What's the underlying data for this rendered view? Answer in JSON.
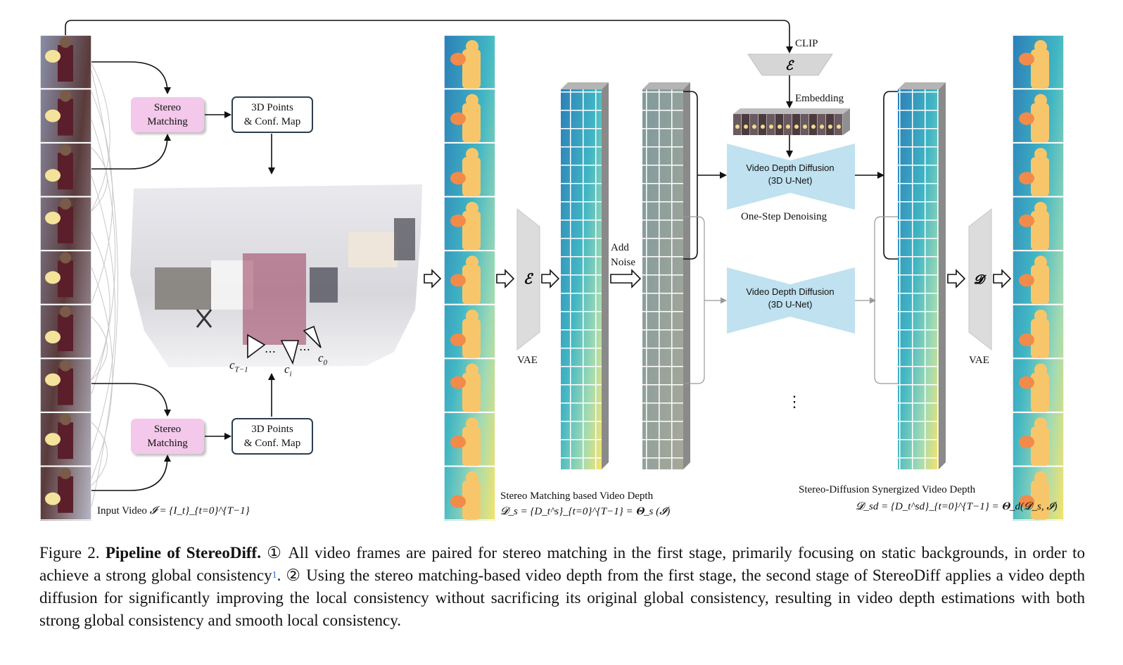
{
  "diagram": {
    "input_video": {
      "label": "Input Video",
      "formula": "𝓘 = {I_t}_{t=0}^{T−1}"
    },
    "stereo_top": {
      "label_line1": "Stereo",
      "label_line2": "Matching"
    },
    "points_top": {
      "label_line1": "3D Points",
      "label_line2": "& Conf. Map"
    },
    "stereo_bottom": {
      "label_line1": "Stereo",
      "label_line2": "Matching"
    },
    "points_bottom": {
      "label_line1": "3D Points",
      "label_line2": "& Conf. Map"
    },
    "cameras": {
      "c_last": "c",
      "c_last_sub": "T−1",
      "c_i": "c",
      "c_i_sub": "i",
      "c_0": "c",
      "c_0_sub": "0",
      "dots": "⋯"
    },
    "encoder_symbol": "ℰ",
    "decoder_symbol": "𝓓",
    "vae_left": "VAE",
    "vae_right": "VAE",
    "add_noise_line1": "Add",
    "add_noise_line2": "Noise",
    "clip": "CLIP",
    "embedding": "Embedding",
    "unet_top": {
      "line1": "Video Depth Diffusion",
      "line2": "(3D U-Net)"
    },
    "unet_bottom": {
      "line1": "Video Depth Diffusion",
      "line2": "(3D U-Net)"
    },
    "one_step": "One-Step Denoising",
    "vdots": "⋮",
    "stereo_depth": {
      "title": "Stereo Matching based Video Depth",
      "formula": "𝓓_s = {D_t^s}_{t=0}^{T−1} = 𝚯_s (𝓘)"
    },
    "synergized_depth": {
      "title": "Stereo-Diffusion Synergized Video Depth",
      "formula": "𝓓_sd = {D_t^sd}_{t=0}^{T−1} = 𝚯_d(𝓓_s, 𝓘)"
    },
    "colors": {
      "pink": "#f3c8ea",
      "unet": "#bfe1f0",
      "vae": "#dcdcdc",
      "depth_far": "#2c7fb8",
      "depth_near": "#f7d35a"
    }
  },
  "caption": {
    "figure_no": "Figure 2.",
    "bold_title": "Pipeline of StereoDiff.",
    "part1": "① All video frames are paired for stereo matching in the first stage, primarily focusing on static backgrounds, in order to achieve a strong global consistency",
    "footnote": "1",
    "part2": ". ② Using the stereo matching-based video depth from the first stage, the second stage of StereoDiff applies a video depth diffusion for significantly improving the local consistency without sacrificing its original global consistency, resulting in video depth estimations with both strong global consistency and smooth local consistency."
  }
}
